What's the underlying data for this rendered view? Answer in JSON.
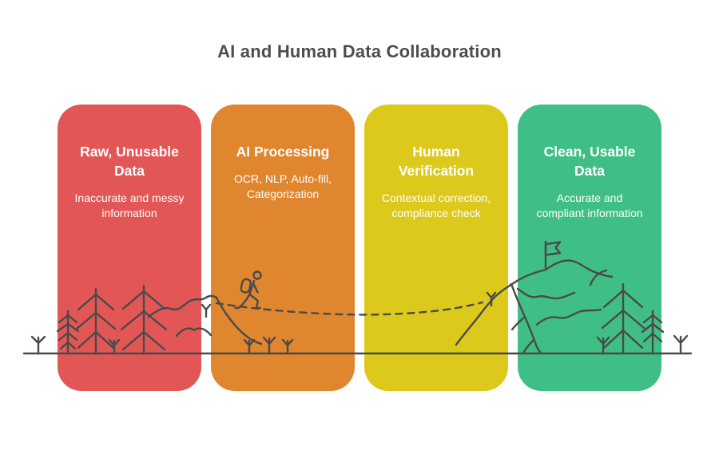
{
  "title": "AI and Human Data Collaboration",
  "colors": {
    "background": "#ffffff",
    "title_text": "#4d4d4d",
    "card_text": "#ffffff",
    "line_art": "#4a4a4a",
    "card_red": "#e25756",
    "card_orange": "#e0862f",
    "card_yellow": "#dcc91c",
    "card_green": "#3fbf85"
  },
  "cards": [
    {
      "id": "raw-unusable-data",
      "title": "Raw, Unusable\nData",
      "subtitle": "Inaccurate and messy\ninformation",
      "color": "#e25756"
    },
    {
      "id": "ai-processing",
      "title": "AI Processing",
      "subtitle": "OCR, NLP, Auto-fill,\nCategorization",
      "color": "#e0862f"
    },
    {
      "id": "human-verification",
      "title": "Human\nVerification",
      "subtitle": "Contextual correction,\ncompliance check",
      "color": "#dcc91c"
    },
    {
      "id": "clean-usable-data",
      "title": "Clean, Usable\nData",
      "subtitle": "Accurate and\ncompliant information",
      "color": "#3fbf85"
    }
  ],
  "illustration": {
    "icons": [
      "ground-line",
      "sprout-icon",
      "pine-tree-icon",
      "hills-icon",
      "hiker-icon",
      "dashed-path-icon",
      "mountain-icon",
      "summit-flag-icon"
    ]
  }
}
